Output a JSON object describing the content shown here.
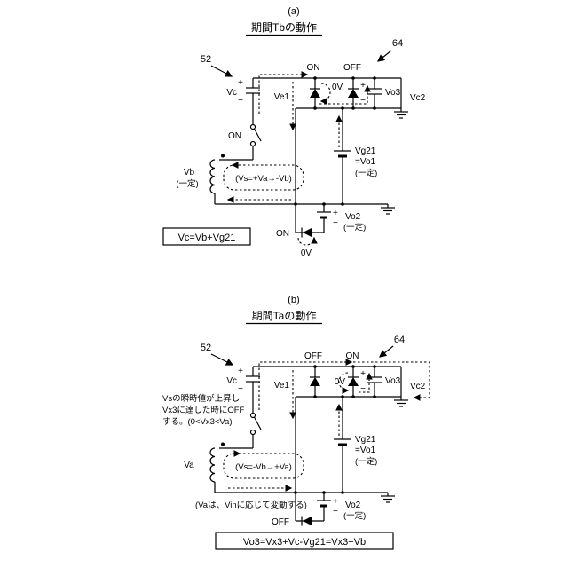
{
  "colors": {
    "ink": "#000000",
    "background": "#ffffff"
  },
  "a": {
    "fig_label": "(a)",
    "title": "期間Tbの動作",
    "ref_left": "52",
    "ref_right": "64",
    "diode_top_left_state": "ON",
    "diode_top_right_state": "OFF",
    "diode_top_voltage": "0V",
    "vc": {
      "plus": "+",
      "label": "Vc",
      "minus": "−"
    },
    "ve1": "Ve1",
    "vo3": {
      "plus": "+",
      "label": "Vo3",
      "minus": "−"
    },
    "vc2": "Vc2",
    "switch_state": "ON",
    "coil": {
      "label": "Vb",
      "note": "(一定)"
    },
    "vs_equation": "(Vs=+Va→-Vb)",
    "vg21": {
      "l1": "Vg21",
      "l2": "=Vo1",
      "l3": "(一定)"
    },
    "vo2": {
      "plus": "+",
      "minus": "−",
      "l1": "Vo2",
      "l2": "(一定)"
    },
    "diode_bottom_state": "ON",
    "diode_bottom_voltage": "0V",
    "formula": "Vc=Vb+Vg21"
  },
  "b": {
    "fig_label": "(b)",
    "title": "期間Taの動作",
    "ref_left": "52",
    "ref_right": "64",
    "diode_top_left_state": "OFF",
    "diode_top_right_state": "ON",
    "diode_top_voltage": "0V",
    "vc": {
      "plus": "+",
      "label": "Vc",
      "minus": "−"
    },
    "ve1": "Ve1",
    "vo3": {
      "plus": "+",
      "label": "Vo3",
      "minus": "−"
    },
    "vc2": "Vc2",
    "switch_note": {
      "l1": "Vsの瞬時値が上昇し",
      "l2": "Vx3に達した時にOFF",
      "l3": "する。(0<Vx3<Va)"
    },
    "coil": {
      "label": "Va"
    },
    "vs_equation": "(Vs=-Vb→+Va)",
    "va_note": "(Vaは、Vinに応じて変動する)",
    "vg21": {
      "l1": "Vg21",
      "l2": "=Vo1",
      "l3": "(一定)"
    },
    "vo2": {
      "plus": "+",
      "minus": "−",
      "l1": "Vo2",
      "l2": "(一定)"
    },
    "diode_bottom_state": "OFF",
    "formula": "Vo3=Vx3+Vc-Vg21=Vx3+Vb"
  }
}
